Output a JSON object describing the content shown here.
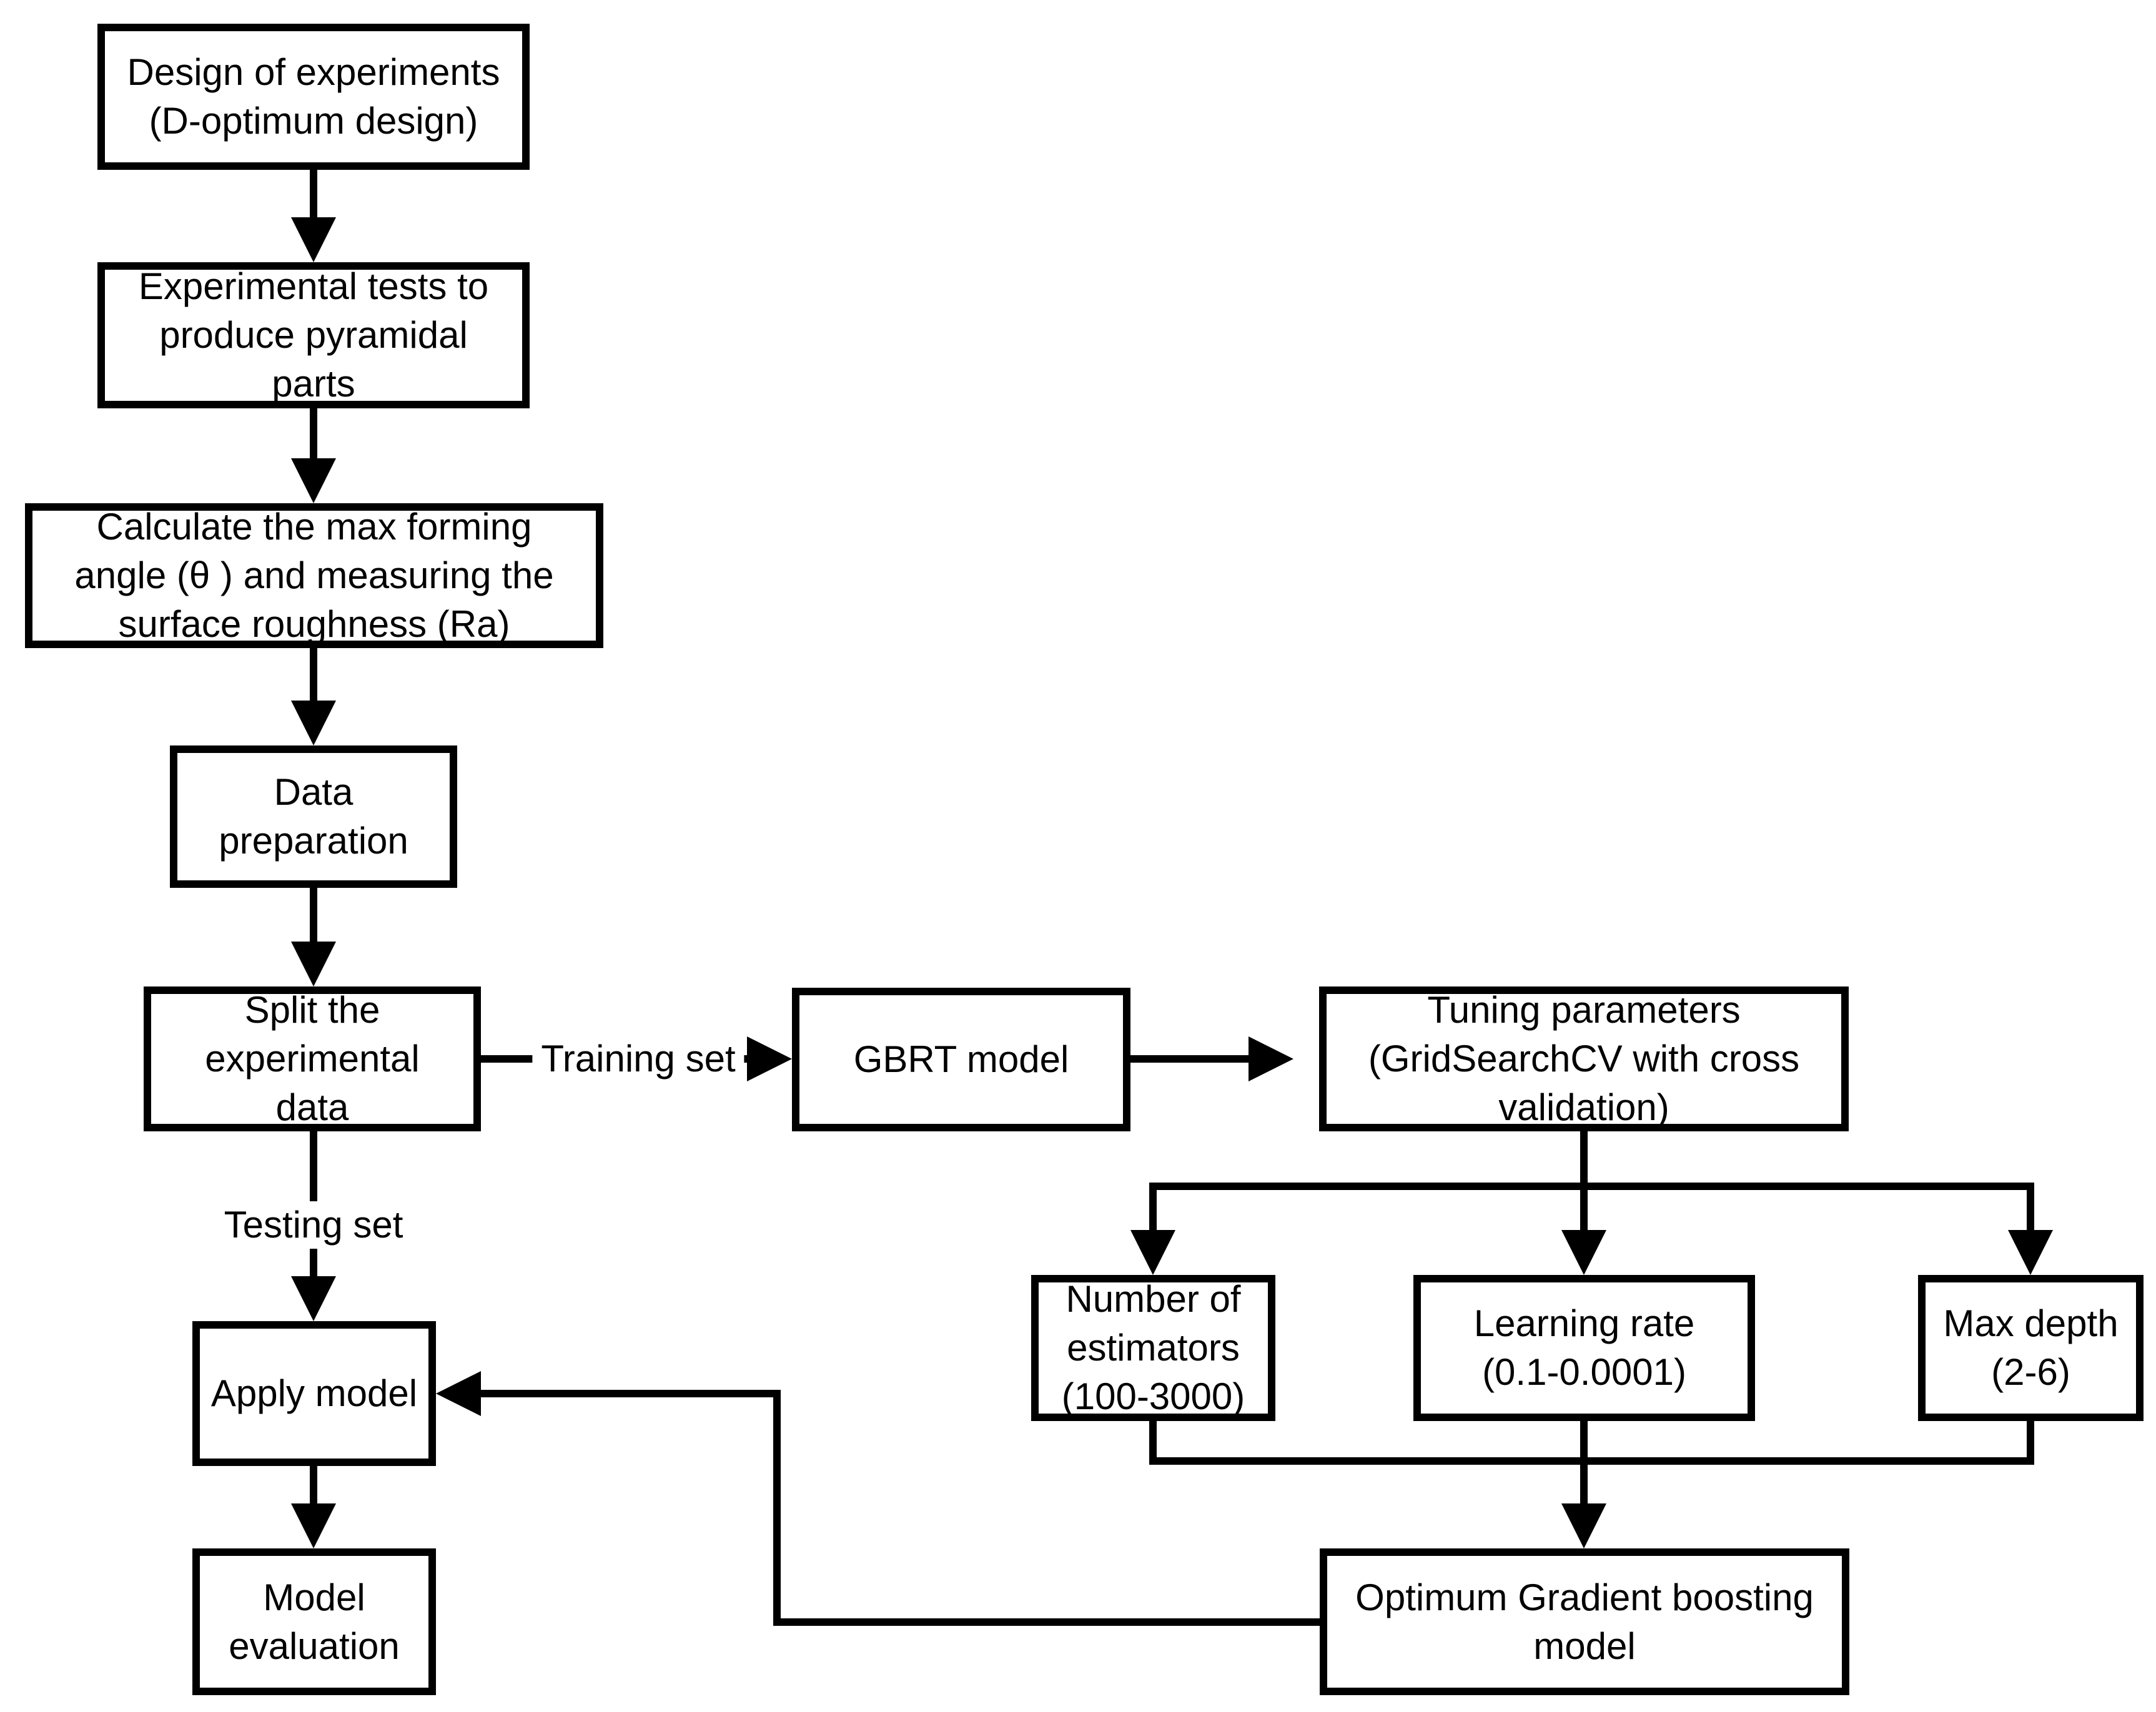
{
  "diagram": {
    "nodes": {
      "design": {
        "label": "Design of experiments\n(D-optimum design)"
      },
      "tests": {
        "label": "Experimental tests to\nproduce pyramidal\nparts"
      },
      "calculate": {
        "label": "Calculate the max forming\nangle (θ ) and measuring the\nsurface roughness (Ra)"
      },
      "preparation": {
        "label": "Data\npreparation"
      },
      "split": {
        "label": "Split the\nexperimental\ndata"
      },
      "gbrt": {
        "label": "GBRT model"
      },
      "tuning": {
        "label": "Tuning parameters\n(GridSearchCV with cross\nvalidation)"
      },
      "estimators": {
        "label": "Number of\nestimators\n(100-3000)"
      },
      "learning_rate": {
        "label": "Learning rate\n(0.1-0.0001)"
      },
      "max_depth": {
        "label": "Max depth\n(2-6)"
      },
      "apply": {
        "label": "Apply model"
      },
      "evaluation": {
        "label": "Model\nevaluation"
      },
      "optimum": {
        "label": "Optimum Gradient boosting\nmodel"
      }
    },
    "edge_labels": {
      "training": "Training set",
      "testing": "Testing set"
    },
    "colors": {
      "stroke": "#000000",
      "background": "#ffffff",
      "text": "#000000"
    }
  }
}
